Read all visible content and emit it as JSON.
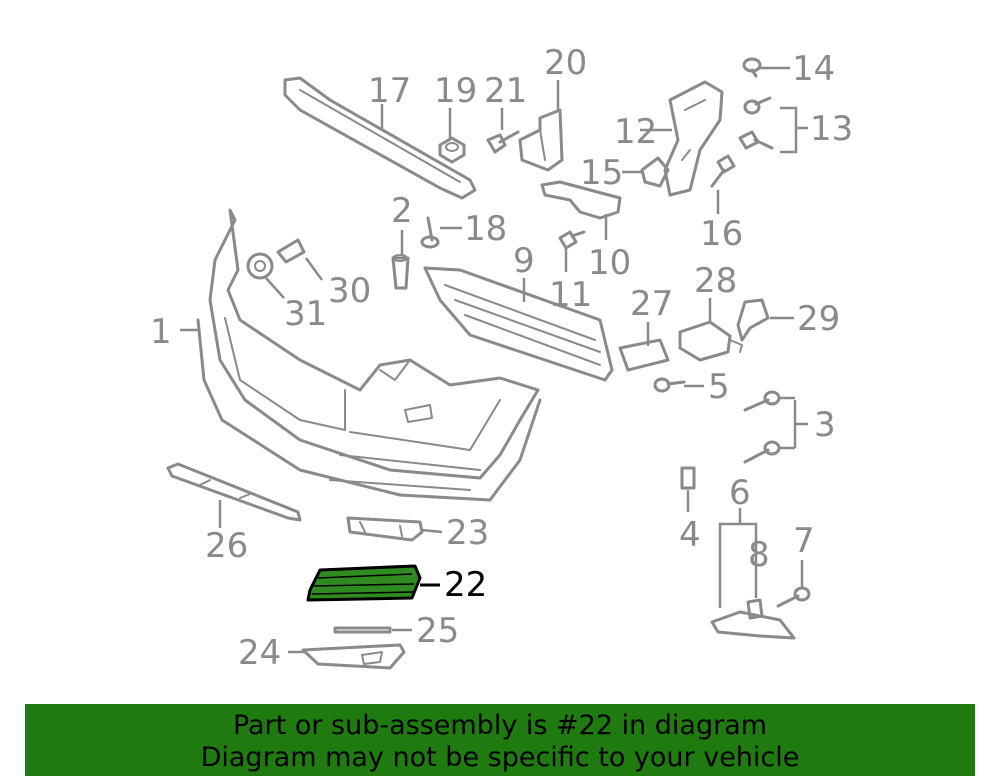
{
  "callouts": {
    "c1": "1",
    "c2": "2",
    "c3": "3",
    "c4": "4",
    "c5": "5",
    "c6": "6",
    "c7": "7",
    "c8": "8",
    "c9": "9",
    "c10": "10",
    "c11": "11",
    "c12": "12",
    "c13": "13",
    "c14": "14",
    "c15": "15",
    "c16": "16",
    "c17": "17",
    "c18": "18",
    "c19": "19",
    "c20": "20",
    "c21": "21",
    "c22": "22",
    "c23": "23",
    "c24": "24",
    "c25": "25",
    "c26": "26",
    "c27": "27",
    "c28": "28",
    "c29": "29",
    "c30": "30",
    "c31": "31"
  },
  "highlighted_part": "22",
  "colors": {
    "highlight": "#2f8a1f",
    "banner": "#1f7a10",
    "line": "#8a8a8a"
  },
  "banner": {
    "line1": "Part or sub-assembly is #22 in diagram",
    "line2": "Diagram may not be specific to your vehicle"
  }
}
